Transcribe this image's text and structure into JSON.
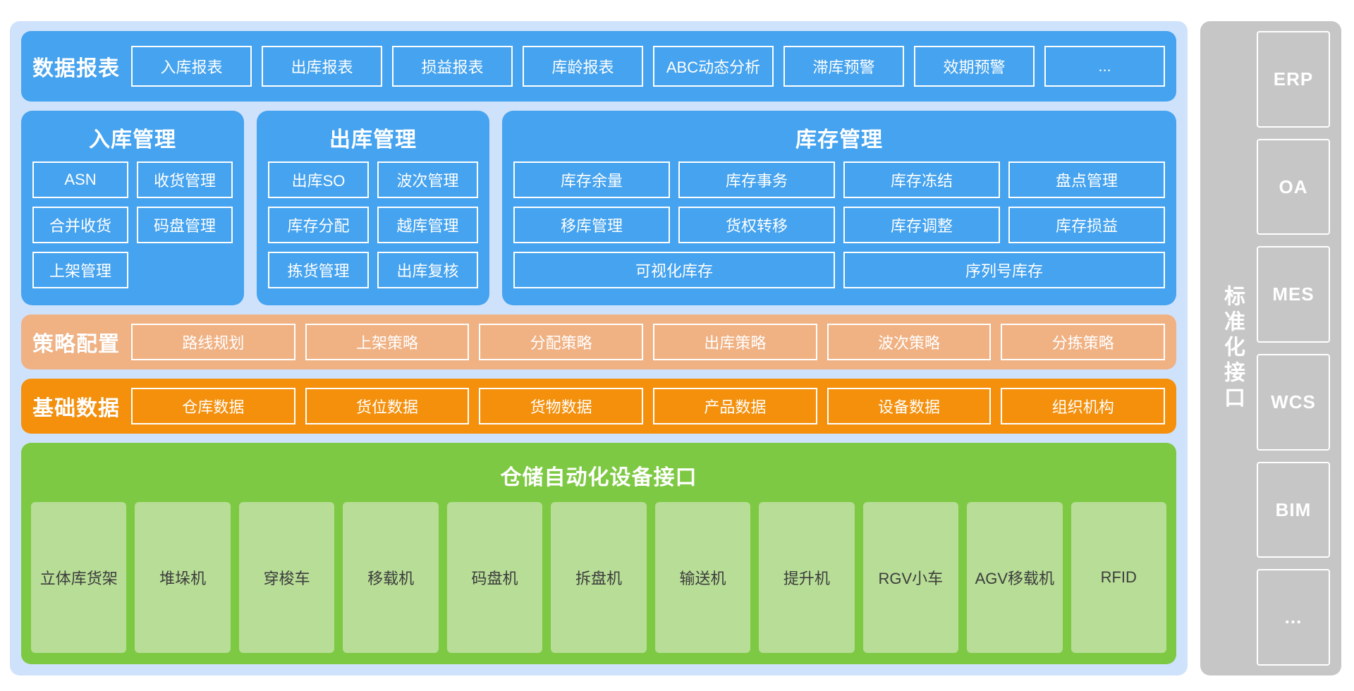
{
  "reports": {
    "title": "数据报表",
    "items": [
      "入库报表",
      "出库报表",
      "损益报表",
      "库龄报表",
      "ABC动态分析",
      "滞库预警",
      "效期预警",
      "..."
    ]
  },
  "modules": [
    {
      "title": "入库管理",
      "items": [
        "ASN",
        "收货管理",
        "合并收货",
        "码盘管理",
        "上架管理",
        ""
      ]
    },
    {
      "title": "出库管理",
      "items": [
        "出库SO",
        "波次管理",
        "库存分配",
        "越库管理",
        "拣货管理",
        "出库复核"
      ]
    },
    {
      "title": "库存管理",
      "items": [
        "库存余量",
        "库存事务",
        "库存冻结",
        "盘点管理",
        "移库管理",
        "货权转移",
        "库存调整",
        "库存损益"
      ],
      "wide_items": [
        "可视化库存",
        "序列号库存"
      ]
    }
  ],
  "strategy": {
    "title": "策略配置",
    "items": [
      "路线规划",
      "上架策略",
      "分配策略",
      "出库策略",
      "波次策略",
      "分拣策略"
    ]
  },
  "basedata": {
    "title": "基础数据",
    "items": [
      "仓库数据",
      "货位数据",
      "货物数据",
      "产品数据",
      "设备数据",
      "组织机构"
    ]
  },
  "automation": {
    "title": "仓储自动化设备接口",
    "items": [
      "立体库货架",
      "堆垛机",
      "穿梭车",
      "移载机",
      "码盘机",
      "拆盘机",
      "输送机",
      "提升机",
      "RGV小车",
      "AGV移载机",
      "RFID"
    ]
  },
  "sidebar": {
    "label": "标准化接口",
    "items": [
      "ERP",
      "OA",
      "MES",
      "WCS",
      "BIM",
      "..."
    ]
  },
  "colors": {
    "panel_bg": "#cfe2fb",
    "blue": "#45a3ef",
    "light_orange": "#f0b183",
    "orange": "#f4900c",
    "green": "#7ec943",
    "green_chip": "#b7dd96",
    "gray": "#c6c6c6"
  }
}
